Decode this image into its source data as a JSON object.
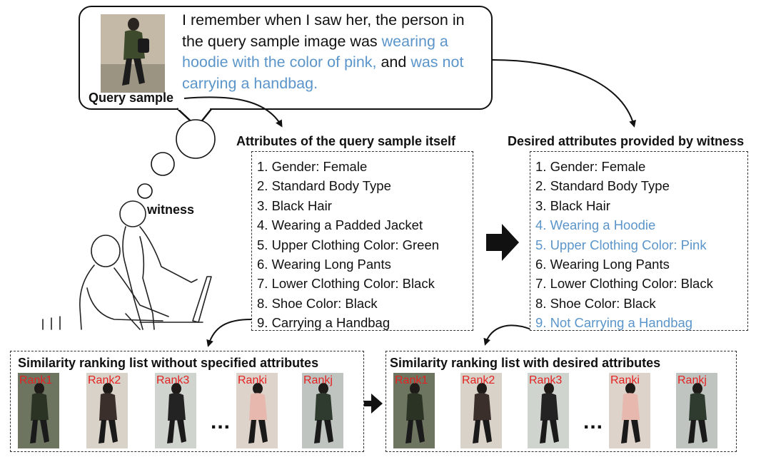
{
  "query_bubble": {
    "quote_plain_1": "I remember when I saw her, the person in the query sample image was ",
    "quote_blue_1": "wearing a hoodie with the color of pink,",
    "quote_plain_2": " and ",
    "quote_blue_2": "was not carrying a handbag.",
    "query_label": "Query sample"
  },
  "witness_label": "witness",
  "query_attributes": {
    "heading": "Attributes of the query sample itself",
    "items": [
      "1. Gender: Female",
      "2. Standard Body Type",
      "3. Black Hair",
      "4. Wearing a Padded Jacket",
      "5. Upper Clothing Color: Green",
      "6. Wearing Long Pants",
      "7. Lower Clothing Color: Black",
      "8. Shoe Color: Black",
      "9. Carrying a Handbag"
    ]
  },
  "desired_attributes": {
    "heading": "Desired attributes provided by witness",
    "items": [
      "1. Gender: Female",
      "2. Standard Body Type",
      "3. Black Hair",
      "4. Wearing a Hoodie",
      "5. Upper Clothing Color: Pink",
      "6. Wearing Long Pants",
      "7. Lower Clothing Color: Black",
      "8. Shoe Color: Black",
      "9. Not Carrying a Handbag"
    ],
    "changed_indices": [
      3,
      4,
      8
    ]
  },
  "ranking_without": {
    "title": "Similarity ranking list without specified attributes",
    "ranks": [
      "Rank1",
      "Rank2",
      "Rank3",
      "Ranki",
      "Rankj"
    ],
    "ellipsis": "..."
  },
  "ranking_with": {
    "title": "Similarity ranking list with desired attributes",
    "ranks": [
      "Rank1",
      "Rank2",
      "Rank3",
      "Ranki",
      "Rankj"
    ],
    "ellipsis": "..."
  },
  "colors": {
    "desired_blue": "#5b95c9",
    "rank_red": "#e52222"
  }
}
